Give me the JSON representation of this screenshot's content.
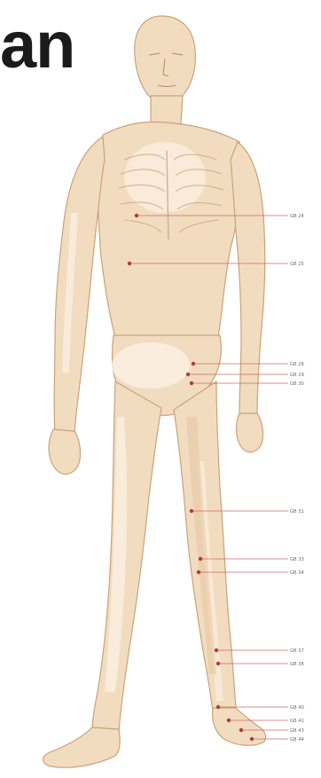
{
  "title": "an",
  "colors": {
    "skin": "#f2dcc0",
    "skin_shadow": "#e6c6a0",
    "highlight": "#fbf1e4",
    "outline": "#c9a27a",
    "leader_line": "#c56c6c",
    "point": "#b23a3a",
    "label": "#6b6b6b"
  },
  "points": [
    {
      "id": "p1",
      "label": "GB 24"
    },
    {
      "id": "p2",
      "label": "GB 25"
    },
    {
      "id": "p3",
      "label": "GB 28"
    },
    {
      "id": "p4",
      "label": "GB 29"
    },
    {
      "id": "p5",
      "label": "GB 30"
    },
    {
      "id": "p6",
      "label": "GB 31"
    },
    {
      "id": "p7",
      "label": "GB 33"
    },
    {
      "id": "p8",
      "label": "GB 34"
    },
    {
      "id": "p9",
      "label": "GB 37"
    },
    {
      "id": "p10",
      "label": "GB 38"
    },
    {
      "id": "p11",
      "label": "GB 40"
    },
    {
      "id": "p12",
      "label": "GB 41"
    },
    {
      "id": "p13",
      "label": "GB 43"
    },
    {
      "id": "p14",
      "label": "GB 44"
    }
  ]
}
